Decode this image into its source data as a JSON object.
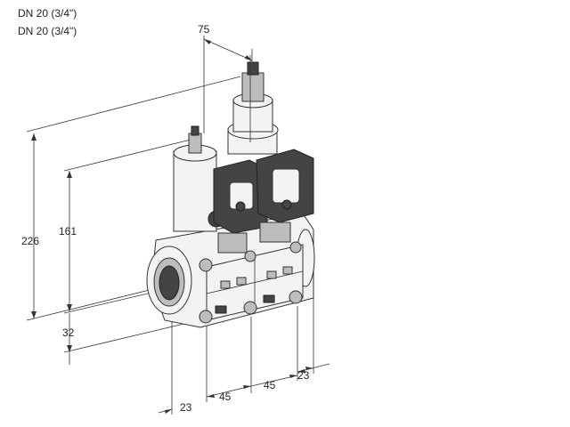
{
  "header": {
    "line1": "DN 20 (3/4\")",
    "line2": "DN 20 (3/4\")"
  },
  "dimensions": {
    "top_width": "75",
    "total_height": "226",
    "body_height": "161",
    "base_offset": "32",
    "bottom_left": "23",
    "spacing_1": "45",
    "spacing_2": "45",
    "bottom_right": "23"
  }
}
